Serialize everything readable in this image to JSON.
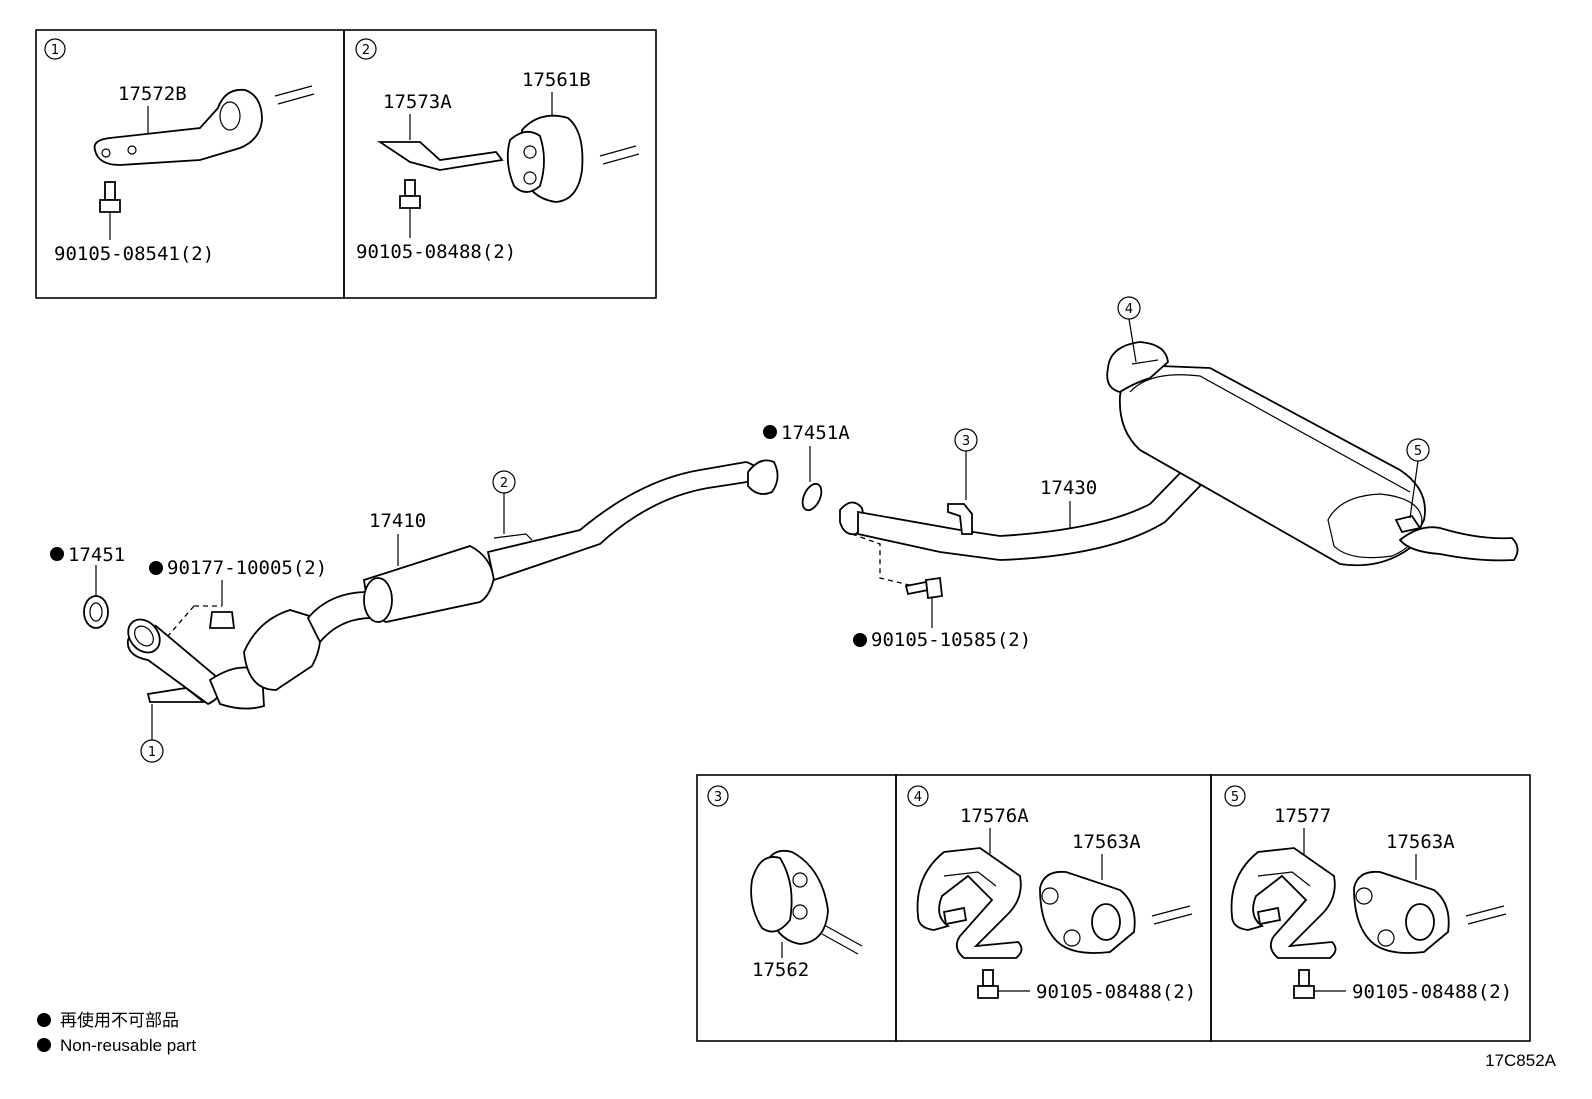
{
  "detail_boxes": {
    "box1": {
      "marker": "1",
      "part_a": "17572B",
      "bolt": "90105-08541(2)"
    },
    "box2": {
      "marker": "2",
      "part_a": "17573A",
      "part_b": "17561B",
      "bolt": "90105-08488(2)"
    },
    "box3": {
      "marker": "3",
      "part_a": "17562"
    },
    "box4": {
      "marker": "4",
      "part_a": "17576A",
      "part_b": "17563A",
      "bolt": "90105-08488(2)"
    },
    "box5": {
      "marker": "5",
      "part_a": "17577",
      "part_b": "17563A",
      "bolt": "90105-08488(2)"
    }
  },
  "main": {
    "gasket_front": "17451",
    "nut": "90177-10005(2)",
    "front_pipe": "17410",
    "gasket_center": "17451A",
    "tail_pipe": "17430",
    "bolt_center": "90105-10585(2)",
    "markers": [
      "1",
      "2",
      "3",
      "4",
      "5"
    ]
  },
  "legend": {
    "line1": "再使用不可部品",
    "line2": "Non-reusable part"
  },
  "diagram_code": "17C852A"
}
